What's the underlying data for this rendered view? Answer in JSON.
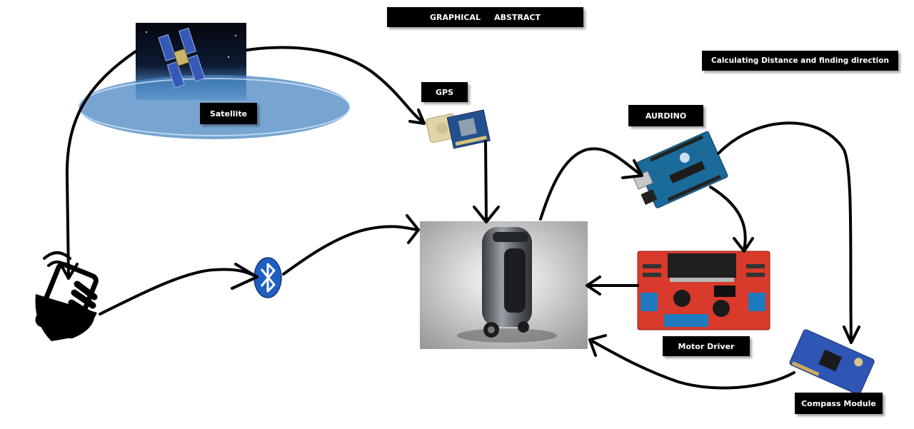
{
  "labels": {
    "title": "GRAPHICAL     ABSTRACT",
    "heading": "Calculating Distance and finding direction",
    "satellite": "Satellite",
    "gps": "GPS",
    "arduino": "AURDINO",
    "motor_driver": "Motor Driver",
    "compass": "Compass Module"
  },
  "colors": {
    "arrow": "#000000",
    "label_bg": "#000000",
    "label_text": "#ffffff",
    "bluetooth": "#1f5fbf",
    "arduino_board": "#1a6a9a",
    "motor_driver_board": "#d93a2b",
    "compass_board": "#2f55b5"
  },
  "icons": {
    "satellite": "satellite-image",
    "gps": "gps-module-image",
    "arduino": "arduino-board-image",
    "motor_driver": "motor-driver-board-image",
    "compass": "compass-module-image",
    "robot": "luggage-robot-image",
    "phone": "phone-in-hand-icon",
    "bluetooth": "bluetooth-icon"
  }
}
